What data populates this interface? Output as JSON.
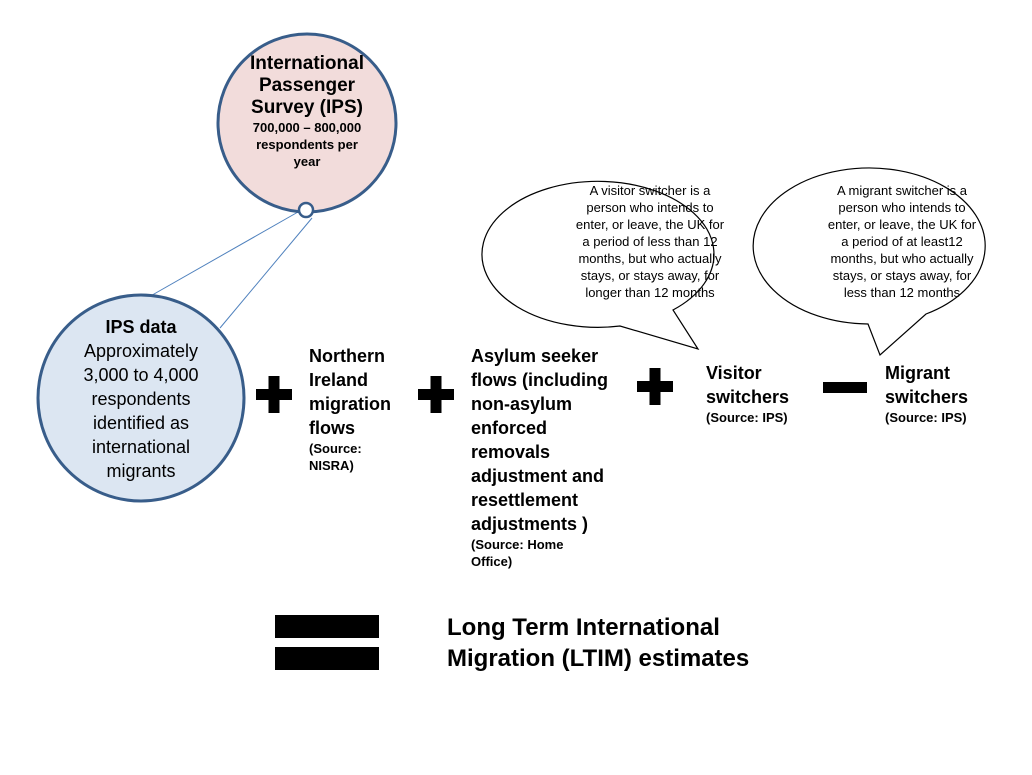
{
  "ips_circle": {
    "title": "International Passenger Survey (IPS)",
    "subtitle": "700,000 – 800,000 respondents per year"
  },
  "ips_data_circle": {
    "title": "IPS data",
    "body": "Approximately 3,000 to 4,000 respondents identified as international migrants"
  },
  "terms": [
    {
      "label": "Northern Ireland migration flows",
      "source": "(Source: NISRA)"
    },
    {
      "label": "Asylum seeker flows (including non-asylum enforced removals adjustment and resettlement adjustments )",
      "source": "(Source: Home Office)"
    },
    {
      "label": "Visitor switchers",
      "source": "(Source: IPS)"
    },
    {
      "label": "Migrant switchers",
      "source": "(Source: IPS)"
    }
  ],
  "bubbles": {
    "visitor": "A visitor switcher is a person who intends to enter, or leave, the UK for a period of less than 12 months, but who actually stays, or stays away, for longer than 12 months",
    "migrant": "A migrant switcher is a person who intends to enter, or leave, the UK for a period of at least12 months, but who actually stays, or stays away, for less than 12 months"
  },
  "result": "Long Term International Migration (LTIM) estimates",
  "colors": {
    "ips_fill": "#f2dcdb",
    "ips_data_fill": "#dce6f2",
    "circle_stroke": "#385d8a",
    "connector": "#4f81bd"
  },
  "operators": [
    "plus-icon",
    "plus-icon",
    "plus-icon",
    "minus-icon",
    "equals-icon"
  ]
}
